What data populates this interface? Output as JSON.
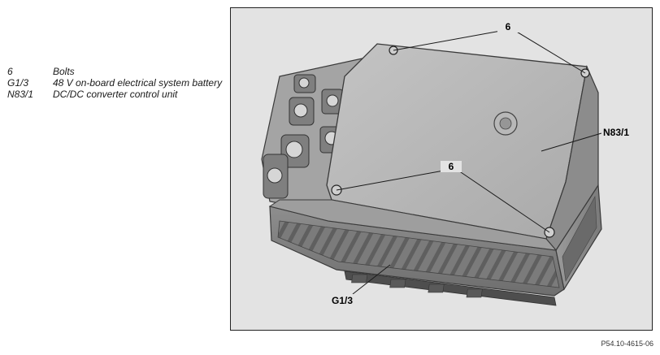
{
  "legend": {
    "items": [
      {
        "code": "6",
        "text": "Bolts"
      },
      {
        "code": "G1/3",
        "text": "48 V on-board electrical system battery"
      },
      {
        "code": "N83/1",
        "text": "DC/DC converter control unit"
      }
    ]
  },
  "figure": {
    "callouts": {
      "bolts_top": "6",
      "bolts_middle": "6",
      "converter": "N83/1",
      "battery": "G1/3"
    },
    "reference": "P54.10-4615-06"
  }
}
